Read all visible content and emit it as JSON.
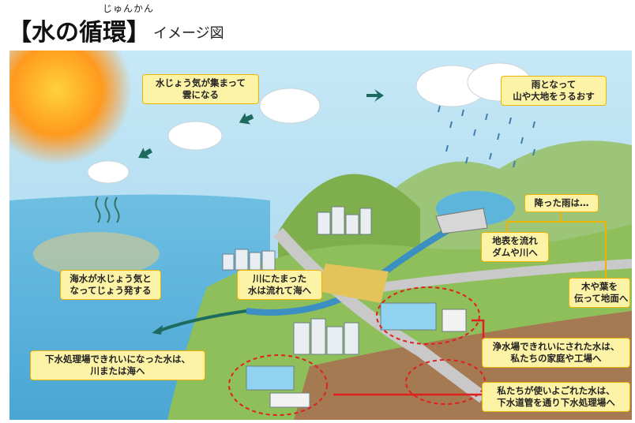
{
  "title": {
    "ruby": "じゅんかん",
    "main": "【水の循環】",
    "suffix": "イメージ図"
  },
  "labels": {
    "evaporate_cloud": [
      "水じょう気が集まって",
      "雲になる"
    ],
    "rain": [
      "雨となって",
      "山や大地をうるおす"
    ],
    "fallen_rain": [
      "降った雨は…"
    ],
    "surface_flow": [
      "地表を流れ",
      "ダムや川へ"
    ],
    "trees": [
      "木や葉を",
      "伝って地面へ"
    ],
    "river": [
      "川にたまった",
      "水は流れて海へ"
    ],
    "sea_evaporate": [
      "海水が水じょう気と",
      "なってじょう発する"
    ],
    "sewage_plant": [
      "下水処理場できれいになった水は、",
      "川または海へ"
    ],
    "water_plant": [
      "浄水場できれいにされた水は、",
      "私たちの家庭や工場へ"
    ],
    "used_water": [
      "私たちが使いよごれた水は、",
      "下水道管を通り下水処理場へ"
    ]
  },
  "colors": {
    "sky": "#b7e2f3",
    "sea": "#7fc4e4",
    "sun": "#ff9a1e",
    "mountain": "#7fae4c",
    "label_fill": "#fdf3a6",
    "label_border": "#f0b300",
    "arrow": "#1d6b5e",
    "pipe_red": "#e02020",
    "dashed_circle": "#e02020"
  }
}
